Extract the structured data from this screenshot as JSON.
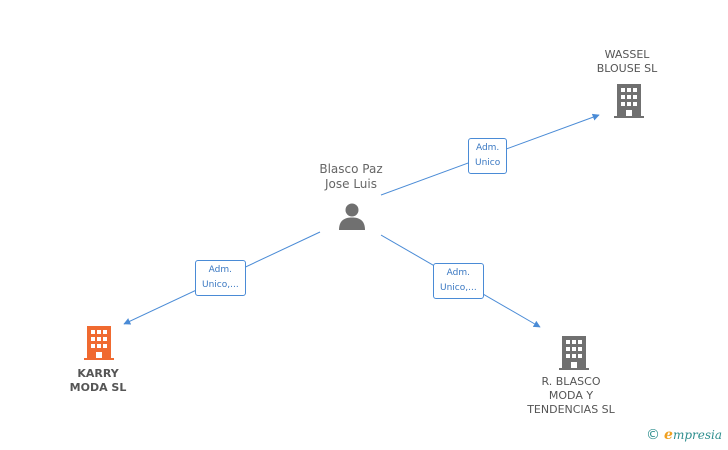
{
  "colors": {
    "edge": "#4a8bd6",
    "company_gray": "#707070",
    "company_highlight": "#f06a30",
    "person": "#707070"
  },
  "nodes": {
    "person": {
      "line1": "Blasco Paz",
      "line2": "Jose Luis",
      "icon": "person-icon"
    },
    "wassel": {
      "line1": "WASSEL",
      "line2": "BLOUSE SL",
      "icon": "building-icon"
    },
    "karry": {
      "line1": "KARRY",
      "line2": "MODA SL",
      "icon": "building-icon"
    },
    "rblasco": {
      "line1": "R. BLASCO",
      "line2": "MODA Y",
      "line3": "TENDENCIAS SL",
      "icon": "building-icon"
    }
  },
  "edges": {
    "to_wassel": {
      "line1": "Adm.",
      "line2": "Unico"
    },
    "to_karry": {
      "line1": "Adm.",
      "line2": "Unico,..."
    },
    "to_rblasco": {
      "line1": "Adm.",
      "line2": "Unico,..."
    }
  },
  "footer": {
    "copyright": "©",
    "brand_initial": "e",
    "brand_rest": "mpresia"
  }
}
